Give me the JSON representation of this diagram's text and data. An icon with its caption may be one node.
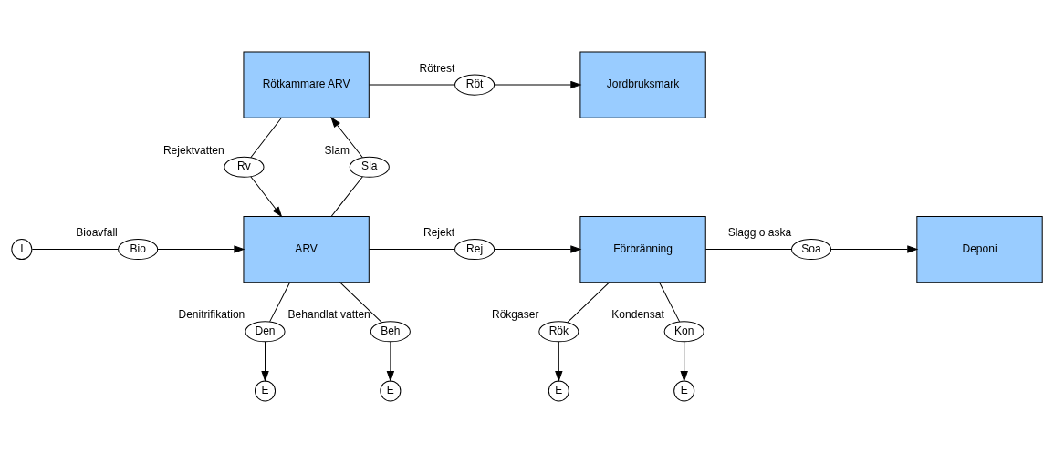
{
  "diagram": {
    "nodes": [
      {
        "text": [
          "Rötkammare ARV"
        ]
      },
      {
        "text": [
          "Röt"
        ],
        "beside": [
          "Rötrest"
        ]
      },
      {
        "text": [
          "Jordbruksmark"
        ]
      },
      {
        "text": [
          "Rv"
        ],
        "beside": [
          "Rejektvatten"
        ]
      },
      {
        "text": [
          "Sla"
        ],
        "beside": [
          "Slam"
        ]
      },
      {
        "text": [
          "I"
        ]
      },
      {
        "text": [
          "Bio"
        ],
        "beside": [
          "Bioavfall"
        ]
      },
      {
        "text": [
          "ARV"
        ]
      },
      {
        "text": [
          "Rej"
        ],
        "beside": [
          "Rejekt"
        ]
      },
      {
        "text": [
          "Förbränning"
        ]
      },
      {
        "text": [
          "Soa"
        ],
        "beside": [
          "Slagg o aska"
        ]
      },
      {
        "text": [
          "Deponi"
        ]
      },
      {
        "text": [
          "Den"
        ],
        "beside": [
          "Denitrifikation"
        ]
      },
      {
        "text": [
          "Beh"
        ],
        "beside": [
          "Behandlat vatten"
        ]
      },
      {
        "text": [
          "Rök"
        ],
        "beside": [
          "Rökgaser"
        ]
      },
      {
        "text": [
          "Kon"
        ],
        "beside": [
          "Kondensat"
        ]
      },
      {
        "text": [
          "E"
        ]
      },
      {
        "text": [
          "E"
        ]
      },
      {
        "text": [
          "E"
        ]
      },
      {
        "text": [
          "E"
        ]
      }
    ],
    "edges": [
      {
        "from": 0,
        "to": 1,
        "arrow": "none"
      },
      {
        "from": 1,
        "to": 2,
        "arrow": "to"
      },
      {
        "from": 0,
        "to": 3,
        "arrow": "none"
      },
      {
        "from": 3,
        "to": 7,
        "arrow": "to"
      },
      {
        "from": 7,
        "to": 4,
        "arrow": "none"
      },
      {
        "from": 4,
        "to": 0,
        "arrow": "to"
      },
      {
        "from": 5,
        "to": 6,
        "arrow": "none"
      },
      {
        "from": 6,
        "to": 7,
        "arrow": "to"
      },
      {
        "from": 7,
        "to": 8,
        "arrow": "none"
      },
      {
        "from": 8,
        "to": 9,
        "arrow": "to"
      },
      {
        "from": 9,
        "to": 10,
        "arrow": "none"
      },
      {
        "from": 10,
        "to": 11,
        "arrow": "to"
      },
      {
        "from": 7,
        "to": 12,
        "arrow": "none"
      },
      {
        "from": 12,
        "to": 16,
        "arrow": "to"
      },
      {
        "from": 7,
        "to": 13,
        "arrow": "none"
      },
      {
        "from": 13,
        "to": 17,
        "arrow": "to"
      },
      {
        "from": 9,
        "to": 14,
        "arrow": "none"
      },
      {
        "from": 14,
        "to": 18,
        "arrow": "to"
      },
      {
        "from": 9,
        "to": 15,
        "arrow": "none"
      },
      {
        "from": 15,
        "to": 19,
        "arrow": "to"
      }
    ]
  }
}
